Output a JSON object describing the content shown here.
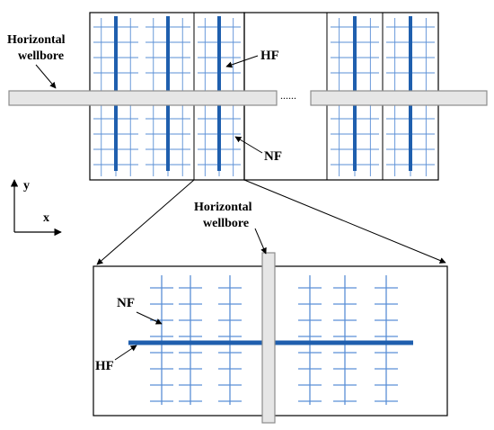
{
  "labels": {
    "wellbore_top_line1": "Horizontal",
    "wellbore_top_line2": "wellbore",
    "hf_top": "HF",
    "nf_top": "NF",
    "dots": "......",
    "axis_y": "y",
    "axis_x": "x",
    "wellbore_zoom_line1": "Horizontal",
    "wellbore_zoom_line2": "wellbore",
    "nf_zoom": "NF",
    "hf_zoom": "HF"
  },
  "colors": {
    "hydraulic_fracture": "#1f5fae",
    "natural_fracture": "#5a8fd6",
    "wellbore_fill": "#e6e6e6",
    "wellbore_stroke": "#8c8c8c",
    "outline": "#000000"
  },
  "icons": {
    "axis_arrows": "coordinate-axes-icon",
    "leader_arrow": "arrow-icon"
  }
}
